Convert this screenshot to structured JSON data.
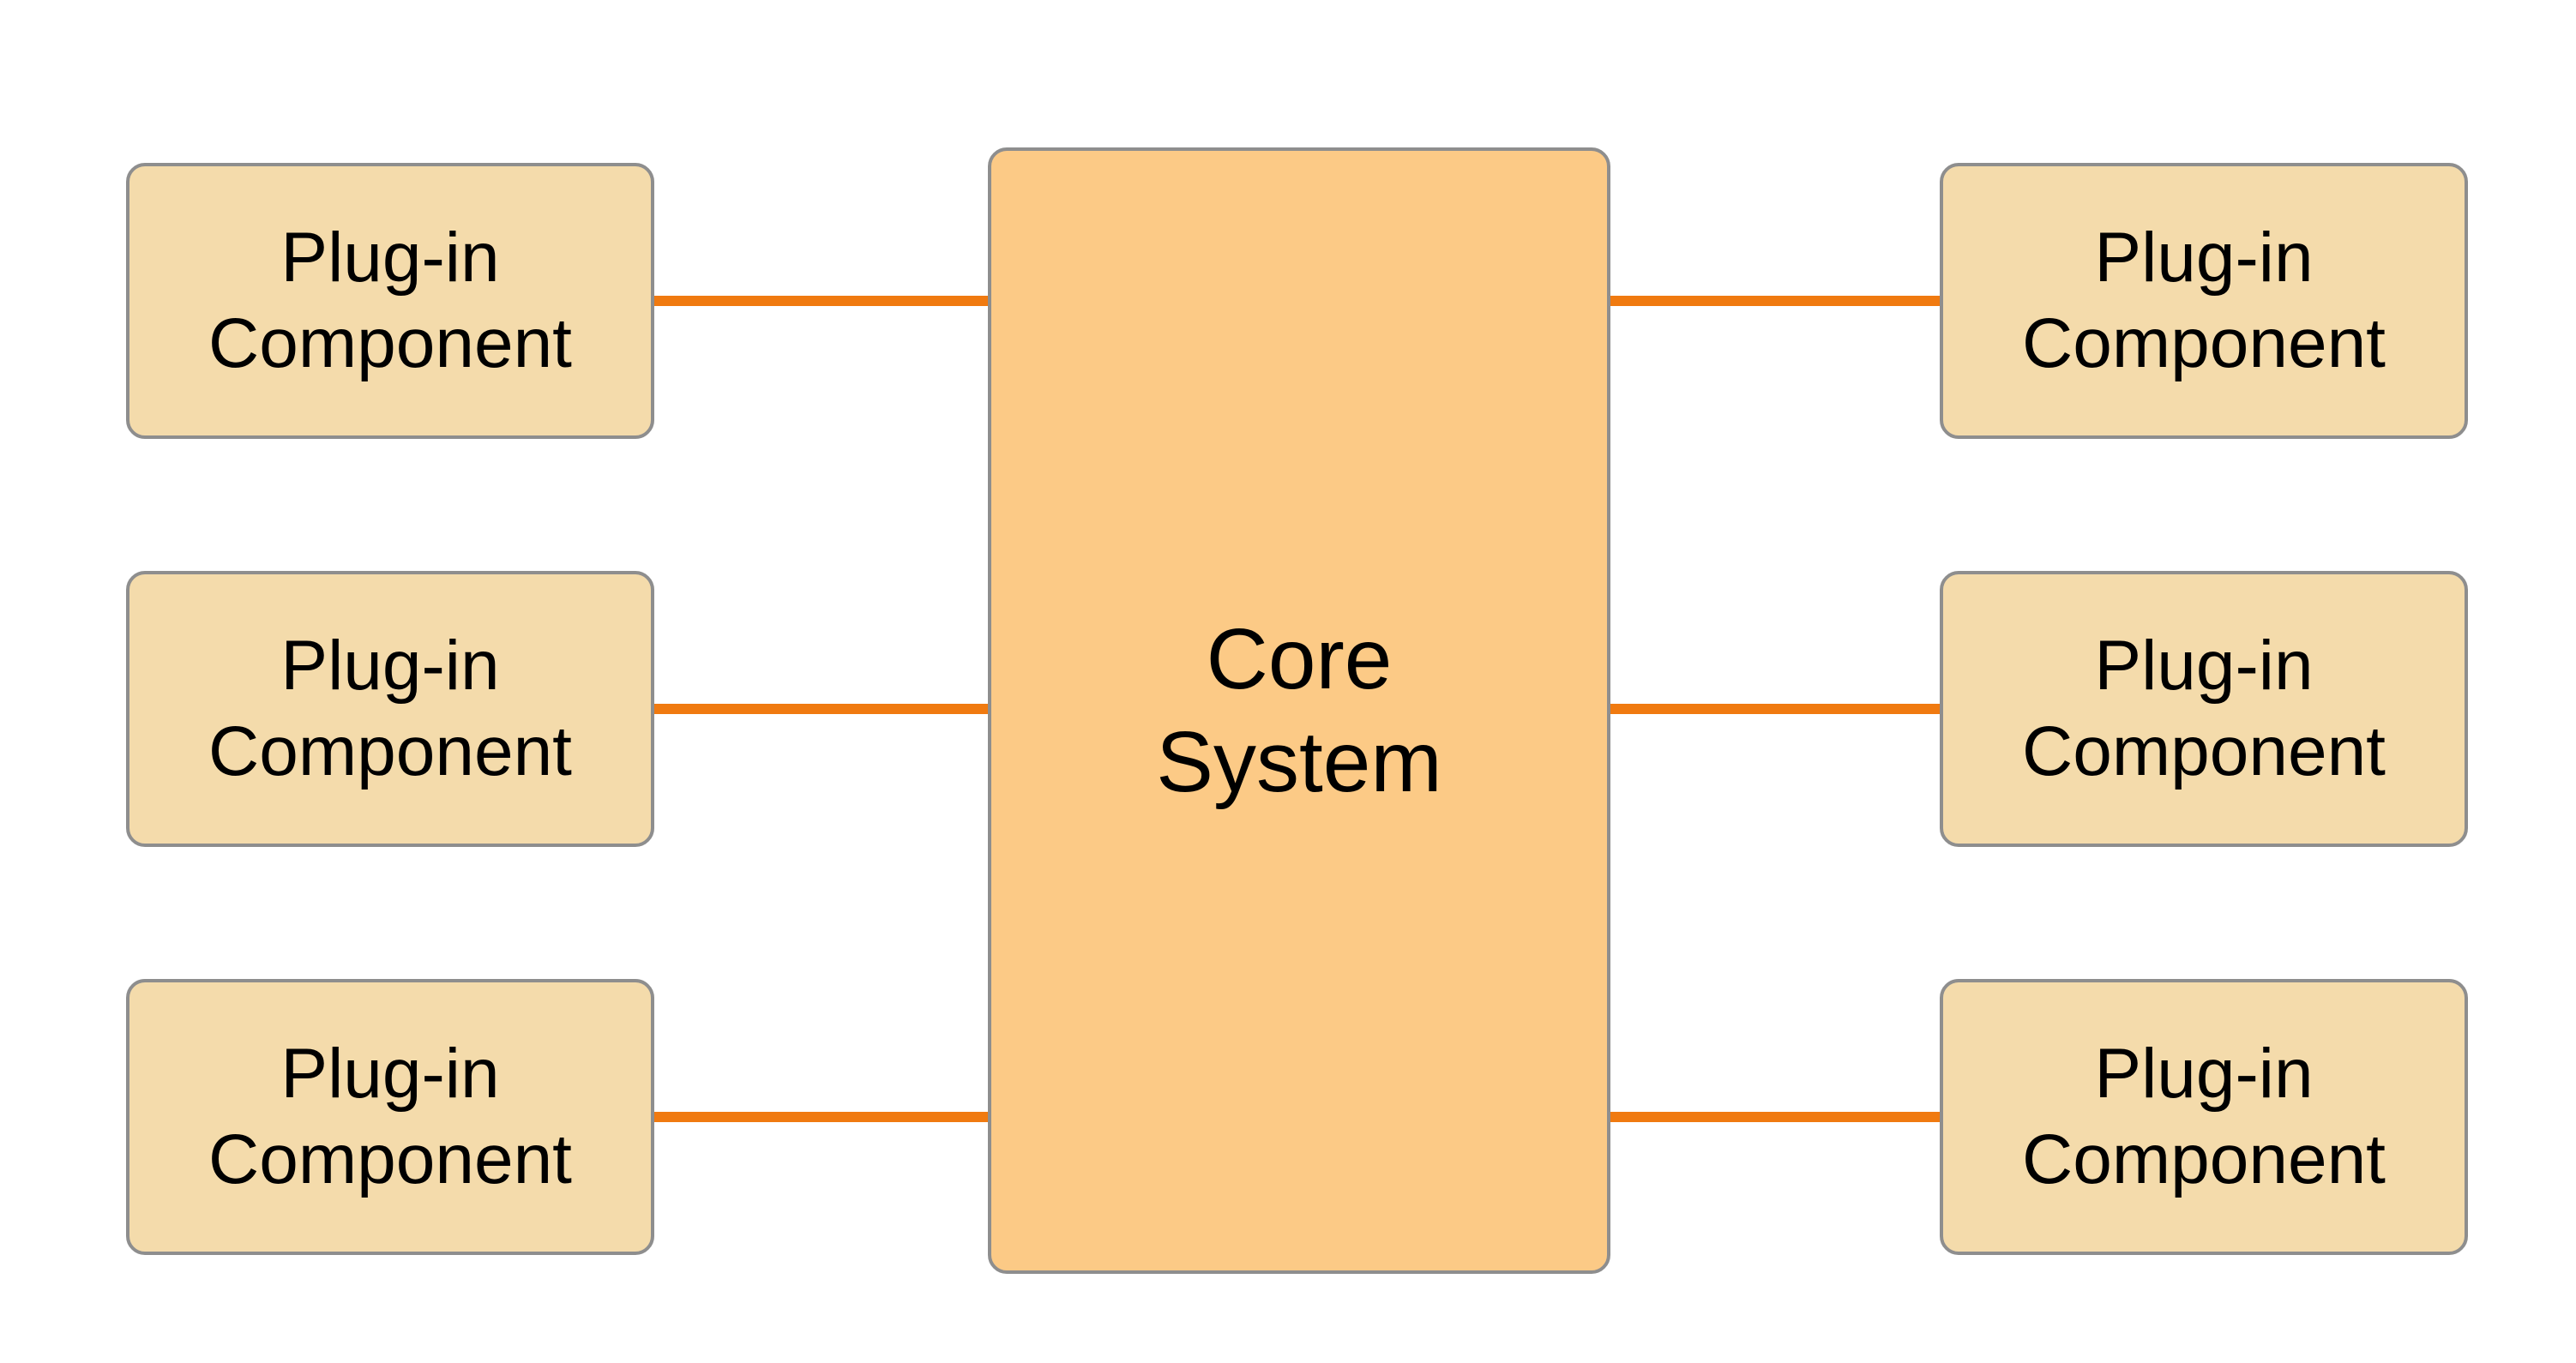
{
  "colors": {
    "core_fill": "#fcca86",
    "plugin_fill": "#f4dbab",
    "border": "#8e8e8e",
    "connector": "#f07a10",
    "text": "#000000"
  },
  "core": {
    "line1": "Core",
    "line2": "System"
  },
  "plugins": [
    {
      "line1": "Plug-in",
      "line2": "Component"
    },
    {
      "line1": "Plug-in",
      "line2": "Component"
    },
    {
      "line1": "Plug-in",
      "line2": "Component"
    },
    {
      "line1": "Plug-in",
      "line2": "Component"
    },
    {
      "line1": "Plug-in",
      "line2": "Component"
    },
    {
      "line1": "Plug-in",
      "line2": "Component"
    }
  ]
}
